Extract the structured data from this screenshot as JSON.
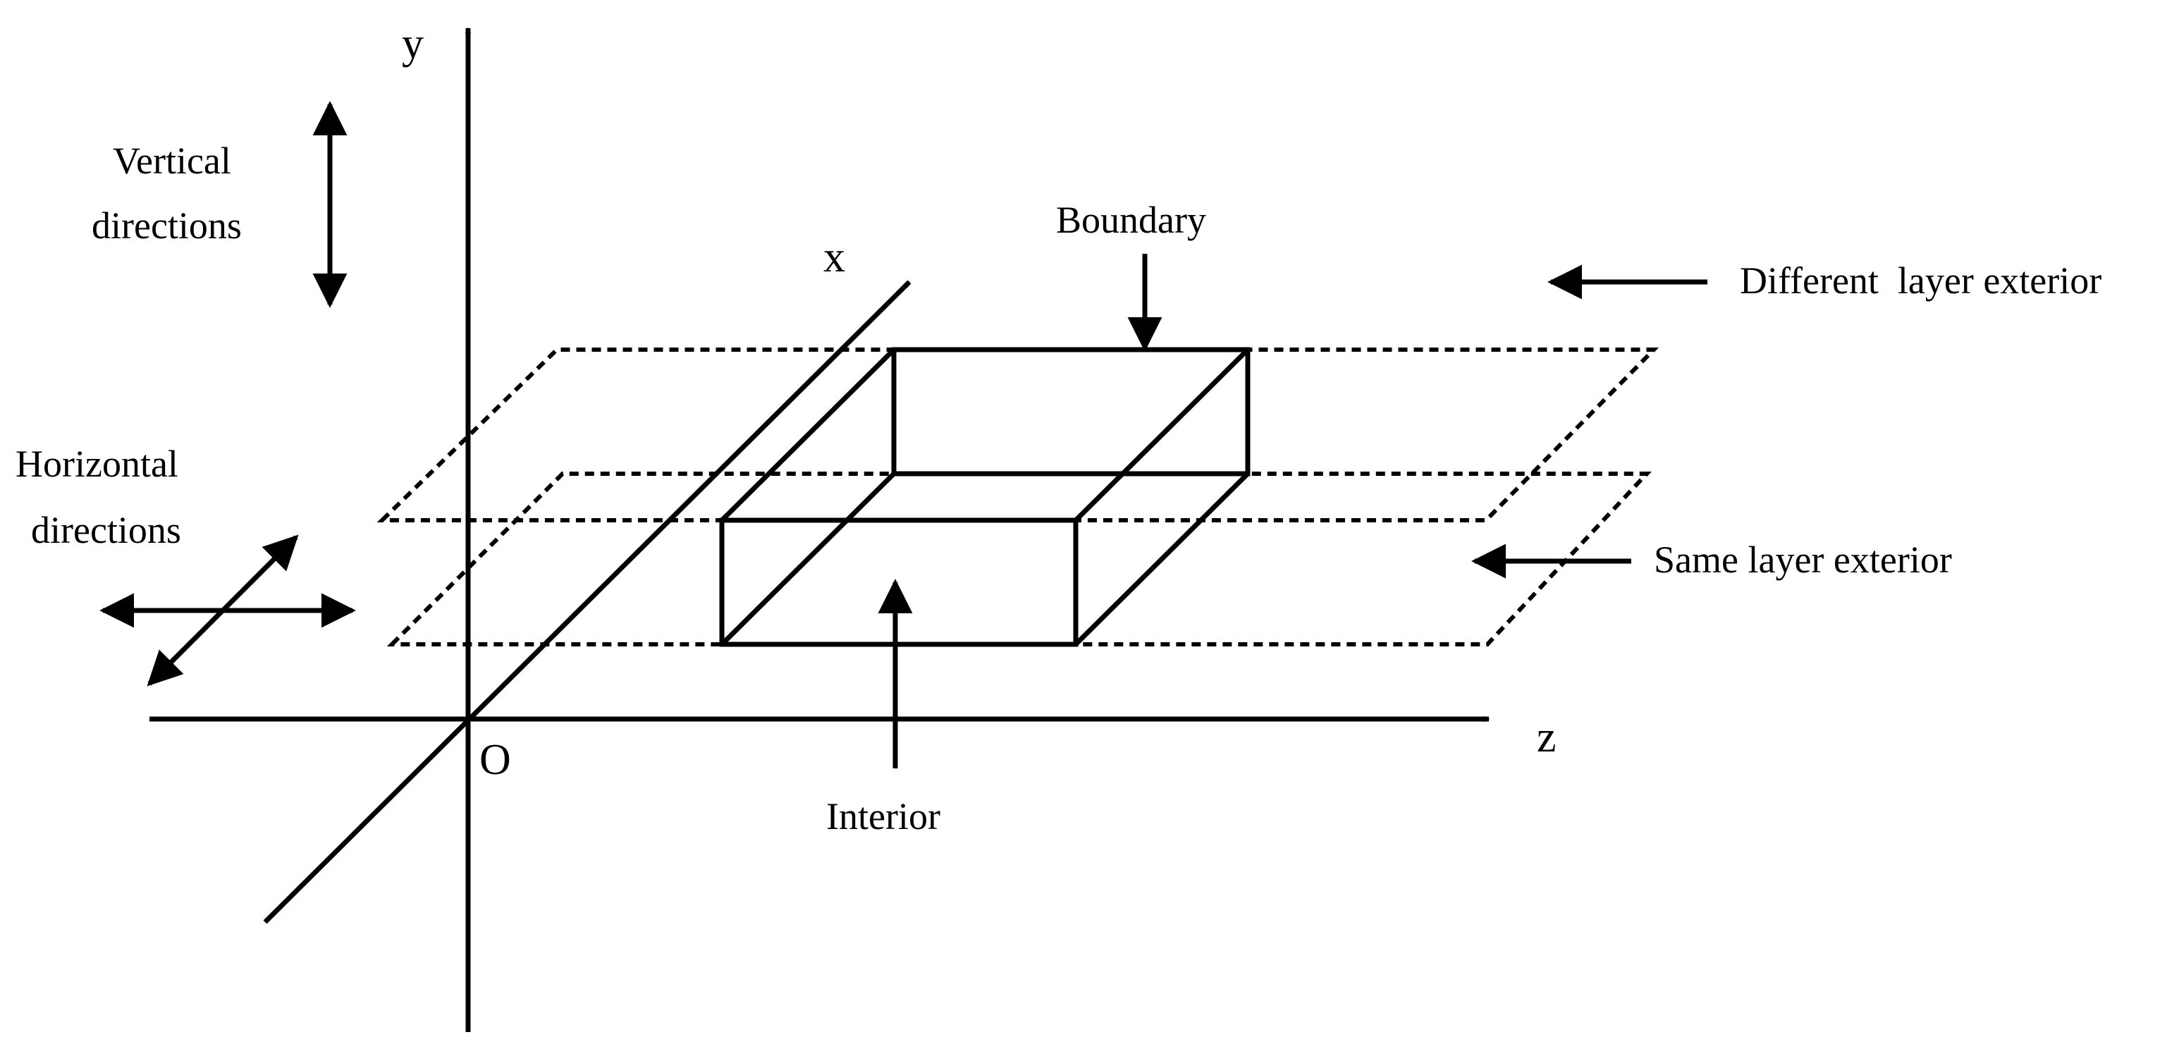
{
  "axes": {
    "y_label": "y",
    "x_label": "x",
    "z_label": "z",
    "origin_label": "O"
  },
  "labels": {
    "vertical_line1": "Vertical",
    "vertical_line2": "directions",
    "horizontal_line1": "Horizontal",
    "horizontal_line2": "directions",
    "boundary": "Boundary",
    "interior": "Interior",
    "different_layer_exterior": "Different  layer exterior",
    "same_layer_exterior": "Same layer exterior"
  },
  "colors": {
    "line": "#000000",
    "background": "#ffffff"
  }
}
